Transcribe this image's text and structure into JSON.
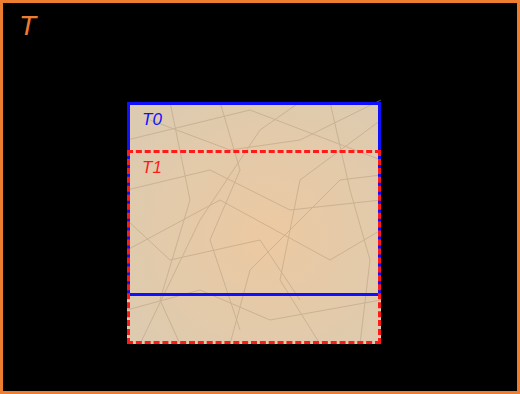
{
  "diagram": {
    "nodes": [
      {
        "text": [
          "T"
        ]
      },
      {
        "text": [
          "T0"
        ],
        "in": 0
      },
      {
        "text": [
          "T1"
        ],
        "in": 0
      }
    ]
  }
}
